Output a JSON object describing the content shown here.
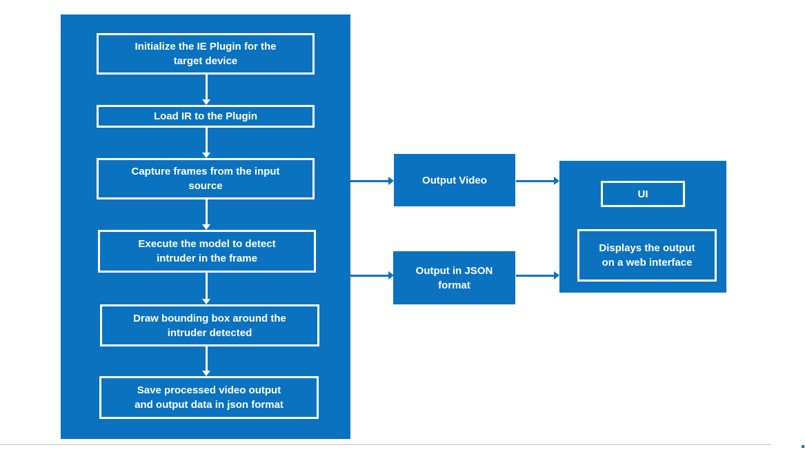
{
  "diagram": {
    "pipeline": {
      "steps": [
        "Initialize the IE Plugin for the\ntarget device",
        "Load IR to the Plugin",
        "Capture frames from the input\nsource",
        "Execute the model to detect\nintruder in the frame",
        "Draw bounding box around the\nintruder detected",
        "Save processed video output\nand output data in json format"
      ]
    },
    "outputs": [
      "Output Video",
      "Output in JSON\nformat"
    ],
    "ui": {
      "title": "UI",
      "description": "Displays the output\non a web interface"
    }
  },
  "colors": {
    "primary_blue": "#0B72C0",
    "text_white": "#FFFFFF",
    "divider_gray": "#D9D9D9"
  }
}
